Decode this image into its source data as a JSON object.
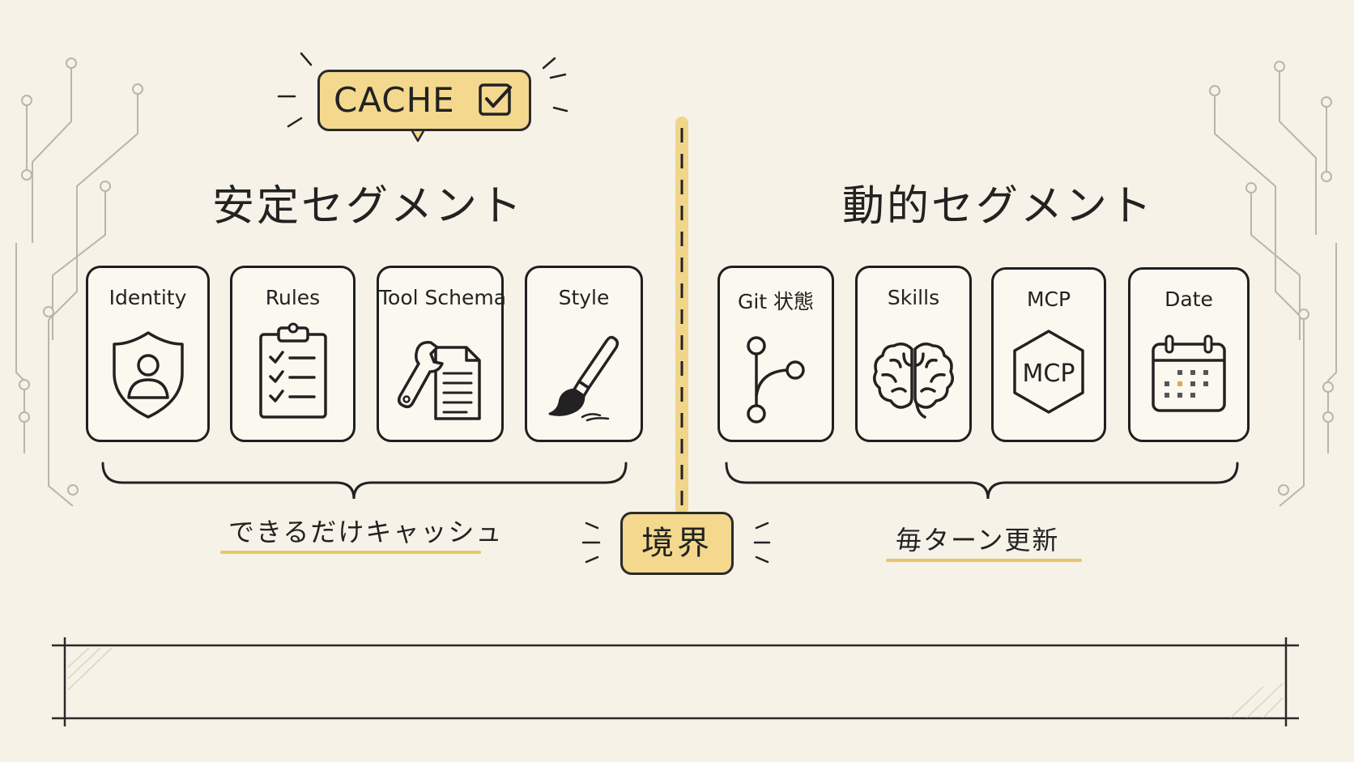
{
  "cache_badge": {
    "label": "CACHE",
    "icon": "checkbox-checked-icon"
  },
  "stable_segment": {
    "title": "安定セグメント",
    "note": "できるだけキャッシュ",
    "cards": [
      {
        "label": "Identity",
        "icon": "shield-user-icon"
      },
      {
        "label": "Rules",
        "icon": "clipboard-checklist-icon"
      },
      {
        "label": "Tool Schema",
        "icon": "wrench-document-icon"
      },
      {
        "label": "Style",
        "icon": "paintbrush-icon"
      }
    ]
  },
  "boundary": {
    "label": "境界"
  },
  "dynamic_segment": {
    "title": "動的セグメント",
    "note": "毎ターン更新",
    "cards": [
      {
        "label": "Git 状態",
        "icon": "git-branch-icon"
      },
      {
        "label": "Skills",
        "icon": "brain-icon"
      },
      {
        "label": "MCP",
        "icon": "mcp-hexagon-icon",
        "icon_text": "MCP"
      },
      {
        "label": "Date",
        "icon": "calendar-icon"
      }
    ]
  },
  "colors": {
    "accent": "#f3d88e",
    "underline": "#e8c56b",
    "ink": "#1f1f1f",
    "paper": "#f6f2e7"
  }
}
